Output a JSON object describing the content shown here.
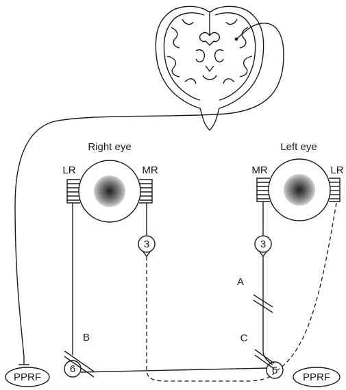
{
  "eyes": {
    "right": {
      "title": "Right eye",
      "lateral": "LR",
      "medial": "MR"
    },
    "left": {
      "title": "Left eye",
      "lateral": "LR",
      "medial": "MR"
    }
  },
  "nuclei": {
    "third_right": "3",
    "third_left": "3",
    "sixth_right": "6",
    "sixth_left": "6"
  },
  "pprf": {
    "right": "PPRF",
    "left": "PPRF"
  },
  "lesions": {
    "a": "A",
    "b": "B",
    "c": "C"
  }
}
